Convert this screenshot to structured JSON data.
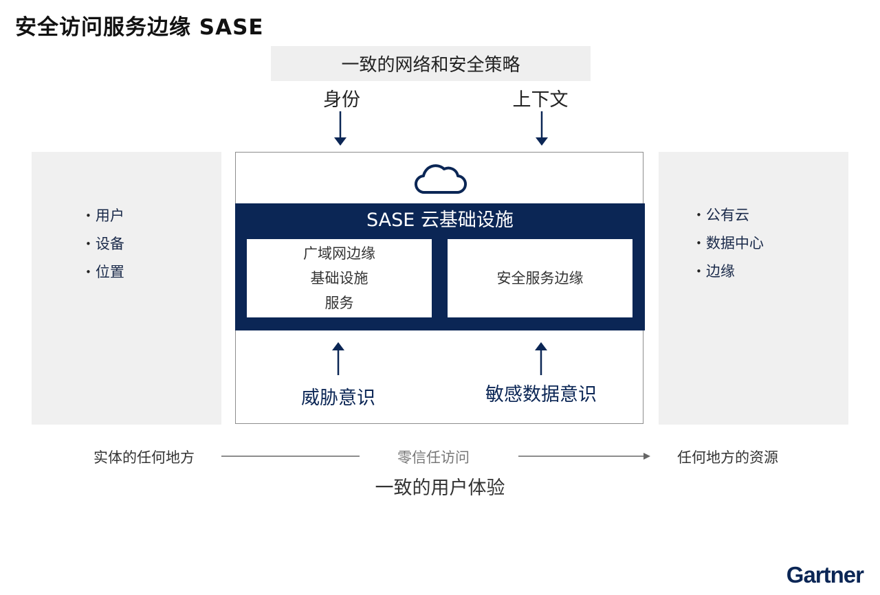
{
  "title": "安全访问服务边缘 SASE",
  "policy": "一致的网络和安全策略",
  "inputs": {
    "identity": "身份",
    "context": "上下文"
  },
  "left_list": [
    "用户",
    "设备",
    "位置"
  ],
  "right_list": [
    "公有云",
    "数据中心",
    "边缘"
  ],
  "infrastructure": {
    "title": "SASE 云基础设施",
    "wan_edge": [
      "广域网边缘",
      "基础设施",
      "服务"
    ],
    "security_edge": "安全服务边缘"
  },
  "awareness": {
    "threat": "威胁意识",
    "sensitive_data": "敏感数据意识"
  },
  "bottom": {
    "left": "实体的任何地方",
    "middle": "零信任访问",
    "right": "任何地方的资源",
    "experience": "一致的用户体验"
  },
  "brand": "Gartner",
  "colors": {
    "navy": "#0b2655",
    "panel_gray": "#f0f0f0",
    "policy_gray": "#efefef"
  }
}
